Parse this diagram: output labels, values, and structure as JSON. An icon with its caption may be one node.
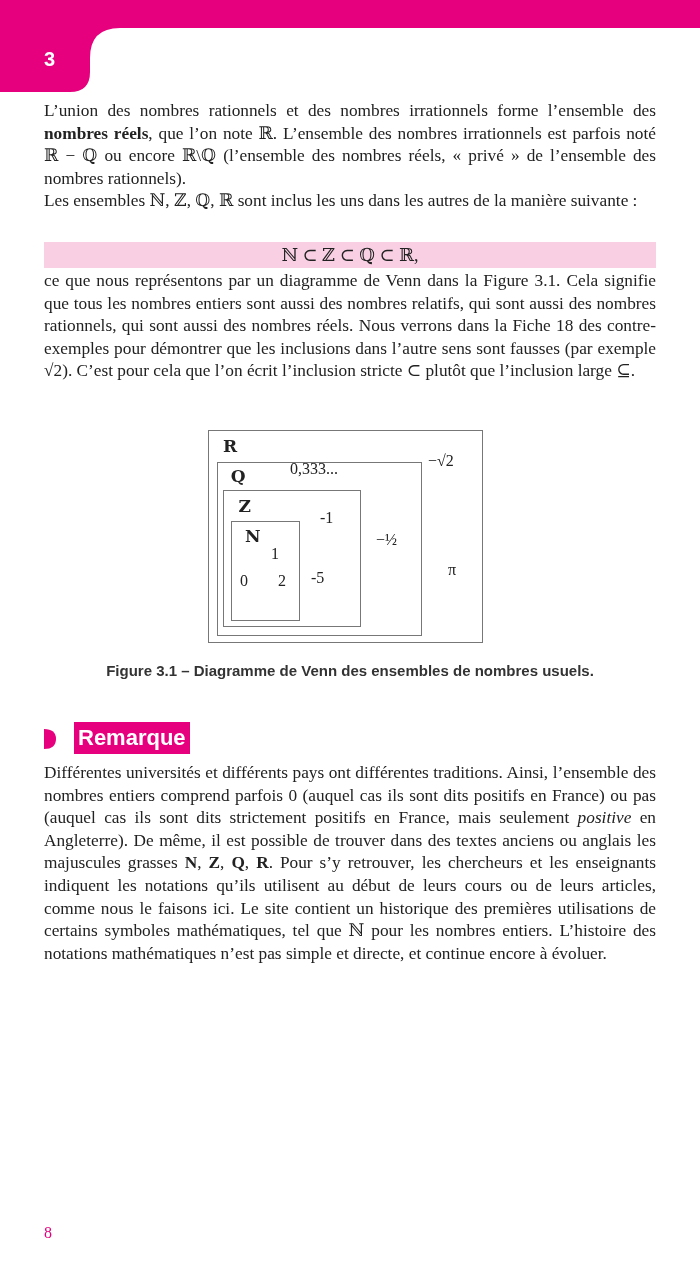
{
  "diagram": {
    "caption": "Figure 3.1 – Diagramme de Venn des ensembles de nombres usuels.",
    "nodes": [
      {
        "text": [
          "R"
        ]
      },
      {
        "text": [
          "Q"
        ],
        "in": 0
      },
      {
        "text": [
          "Z"
        ],
        "in": 1
      },
      {
        "text": [
          "N"
        ],
        "in": 2
      }
    ],
    "labels": [
      "3",
      "L’union des nombres rationnels et des nombres irrationnels forme l’ensemble des **nombres réels**, que l’on note ℝ. L’ensemble des nombres irrationnels est parfois noté ℝ − ℚ ou encore ℝ\\ℚ (l’ensemble des nombres réels, « privé » de l’ensemble des nombres rationnels).",
      "Les ensembles ℕ, ℤ, ℚ, ℝ sont inclus les uns dans les autres de la manière suivante :",
      "ℕ ⊂ ℤ ⊂ ℚ ⊂ ℝ,",
      "ce que nous représentons par un diagramme de Venn dans la Figure 3.1. Cela signifie que tous les nombres entiers sont aussi des nombres relatifs, qui sont aussi des nombres rationnels, qui sont aussi des nombres réels. Nous verrons dans la Fiche 18 des contre-exemples pour démontrer que les inclusions dans l’autre sens sont fausses (par exemple √2). C’est pour cela que l’on écrit l’inclusion stricte ⊂ plutôt que l’inclusion large ⊆.",
      "0,333...",
      "−√2",
      "-1",
      "−½",
      "1",
      "π",
      "0",
      "2",
      "-5",
      "Remarque",
      "Différentes universités et différents pays ont différentes traditions. Ainsi, l’ensemble des nombres entiers comprend parfois 0 (auquel cas ils sont dits positifs en France) ou pas (auquel cas ils sont dits strictement positifs en France, mais seulement *positive* en Angleterre). De même, il est possible de trouver dans des textes anciens ou anglais les majuscules grasses **N**, **Z**, **Q**, **R**. Pour s’y retrouver, les chercheurs et les enseignants indiquent les notations qu’ils utilisent au début de leurs cours ou de leurs articles, comme nous le faisons ici. Le site contient un historique des premières utilisations de certains symboles mathématiques, tel que ℕ pour les nombres entiers. L’histoire des notations mathématiques n’est pas simple et directe, et continue encore à évoluer.",
      "8"
    ]
  }
}
